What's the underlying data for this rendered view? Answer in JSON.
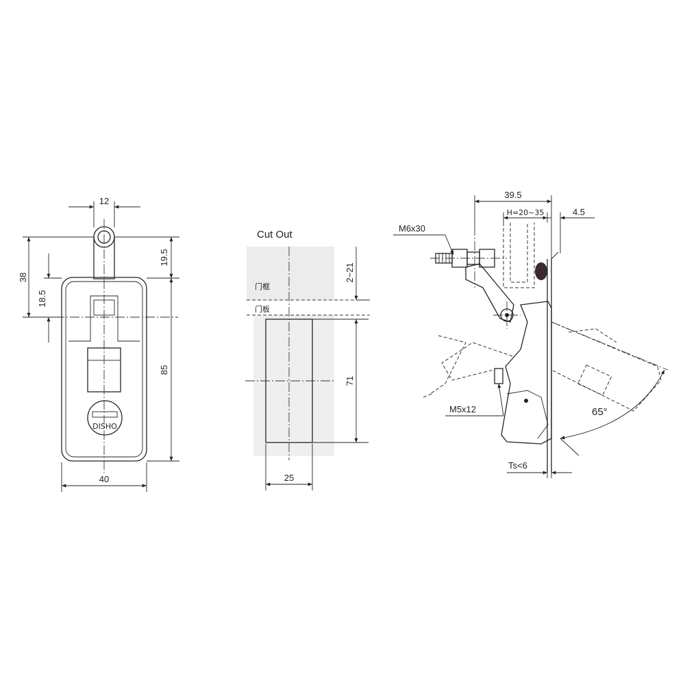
{
  "colors": {
    "body_fill": "#dbe9f7",
    "body_light": "#eef5fc",
    "cutout_fill": "#ececec",
    "gasket": "#3a2a2a",
    "line": "#222222"
  },
  "front_view": {
    "dim_top_width": "12",
    "dim_left_38": "38",
    "dim_left_18_5": "18.5",
    "dim_right_19_5": "19.5",
    "dim_right_85": "85",
    "dim_bottom_40": "40",
    "lock_stamp": "DISHO"
  },
  "cutout_view": {
    "title": "Cut Out",
    "label_frame": "门框",
    "label_panel": "门板",
    "dim_gap": "2~21",
    "dim_height": "71",
    "dim_width": "25"
  },
  "side_view": {
    "dim_39_5": "39.5",
    "dim_h_range": "H=20~35",
    "dim_4_5": "4.5",
    "label_bolt_m6": "M6x30",
    "label_bolt_m5": "M5x12",
    "label_thickness": "Ts<6",
    "label_angle": "65°"
  }
}
